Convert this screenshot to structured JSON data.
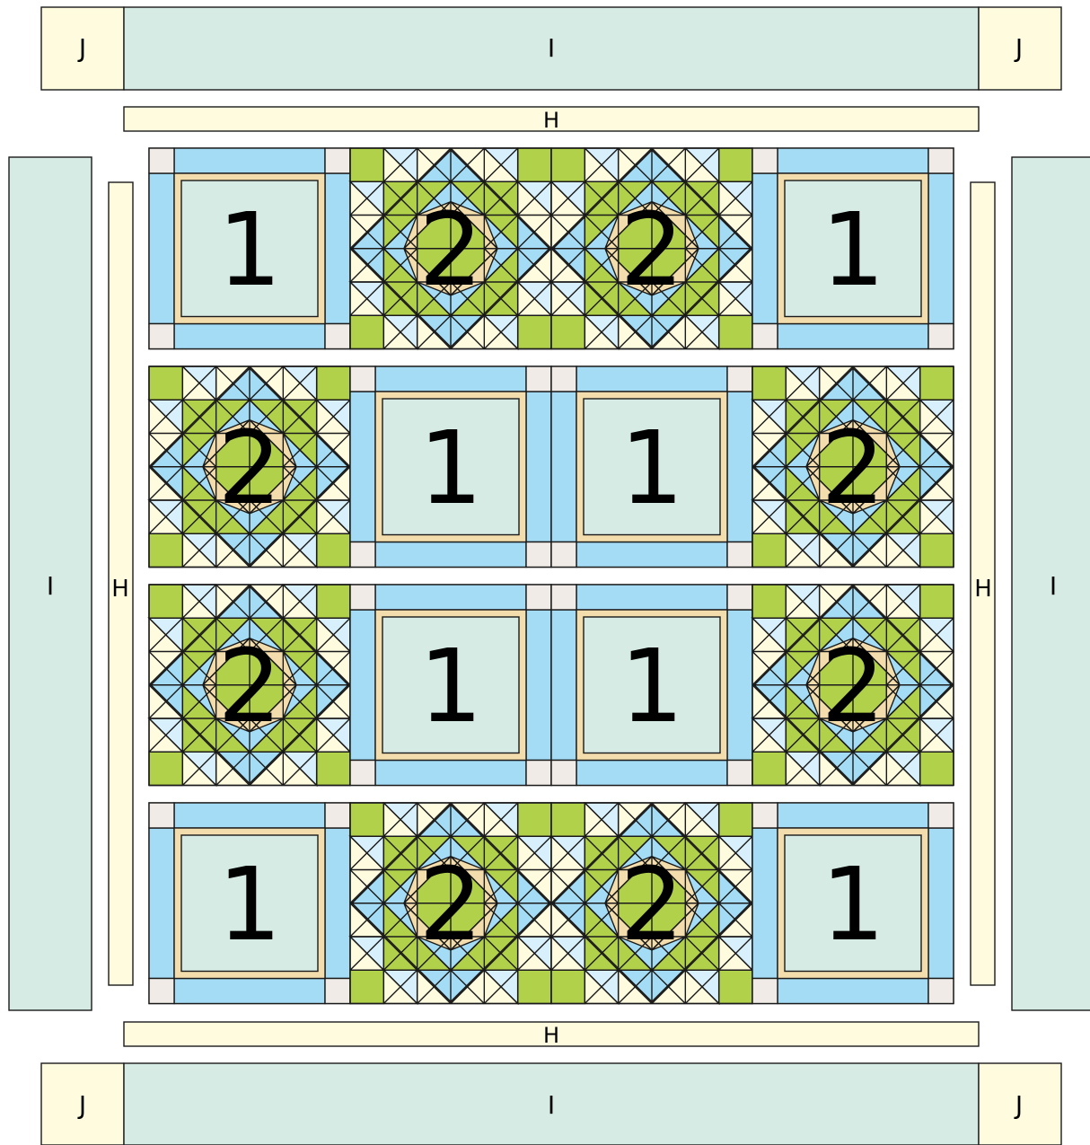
{
  "labels": {
    "border_corner": "J",
    "border_outer": "I",
    "border_inner": "H",
    "block_a": "1",
    "block_b": "2"
  },
  "layout": [
    [
      "1",
      "2",
      "2",
      "1"
    ],
    [
      "2",
      "1",
      "1",
      "2"
    ],
    [
      "2",
      "1",
      "1",
      "2"
    ],
    [
      "1",
      "2",
      "2",
      "1"
    ]
  ],
  "colors": {
    "outer_border": "#d6ebe4",
    "inner_strip": "#fefbdf",
    "corner": "#fefbdf",
    "blue": "#a3dcf4",
    "light_blue": "#d8f0fb",
    "green": "#b1d14b",
    "tan": "#f4ddac",
    "cream": "#fefbdf",
    "center_mint": "#d6ebe4",
    "cornerstone": "#f0ebe6",
    "frame_tan": "#f4ddac",
    "outline": "#1a1a1a"
  }
}
